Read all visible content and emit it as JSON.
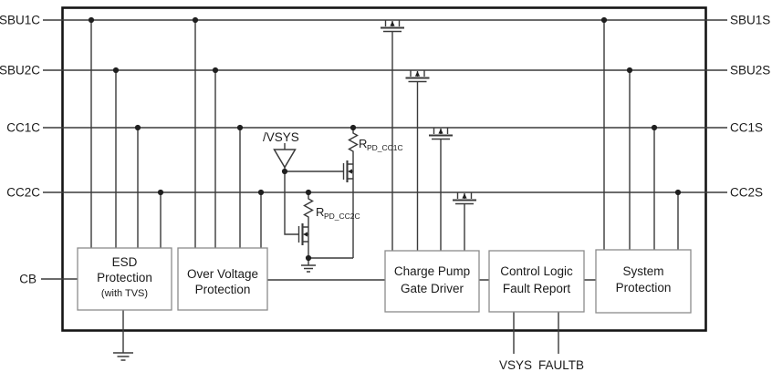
{
  "colors": {
    "wire": "#3a3a3a",
    "outer_border": "#141414",
    "block_border": "#8c8c8c",
    "text": "#1a1a1a",
    "background": "#ffffff"
  },
  "pins": {
    "left": [
      "SBU1C",
      "SBU2C",
      "CC1C",
      "CC2C"
    ],
    "cb": "CB",
    "right": [
      "SBU1S",
      "SBU2S",
      "CC1S",
      "CC2S"
    ],
    "bottom": [
      "VSYS",
      "FAULTB"
    ]
  },
  "nets": {
    "vsys_inverted": "/VSYS"
  },
  "resistors": [
    {
      "ref": "R",
      "sub": "PD_CC1C"
    },
    {
      "ref": "R",
      "sub": "PD_CC2C"
    }
  ],
  "blocks": {
    "esd": {
      "line1": "ESD",
      "line2": "Protection",
      "line3": "(with TVS)"
    },
    "ovp": {
      "line1": "Over Voltage",
      "line2": "Protection"
    },
    "charge_pump": {
      "line1": "Charge Pump",
      "line2": "Gate Driver"
    },
    "control_logic": {
      "line1": "Control Logic",
      "line2": "Fault Report"
    },
    "system_protection": {
      "line1": "System",
      "line2": "Protection"
    }
  }
}
